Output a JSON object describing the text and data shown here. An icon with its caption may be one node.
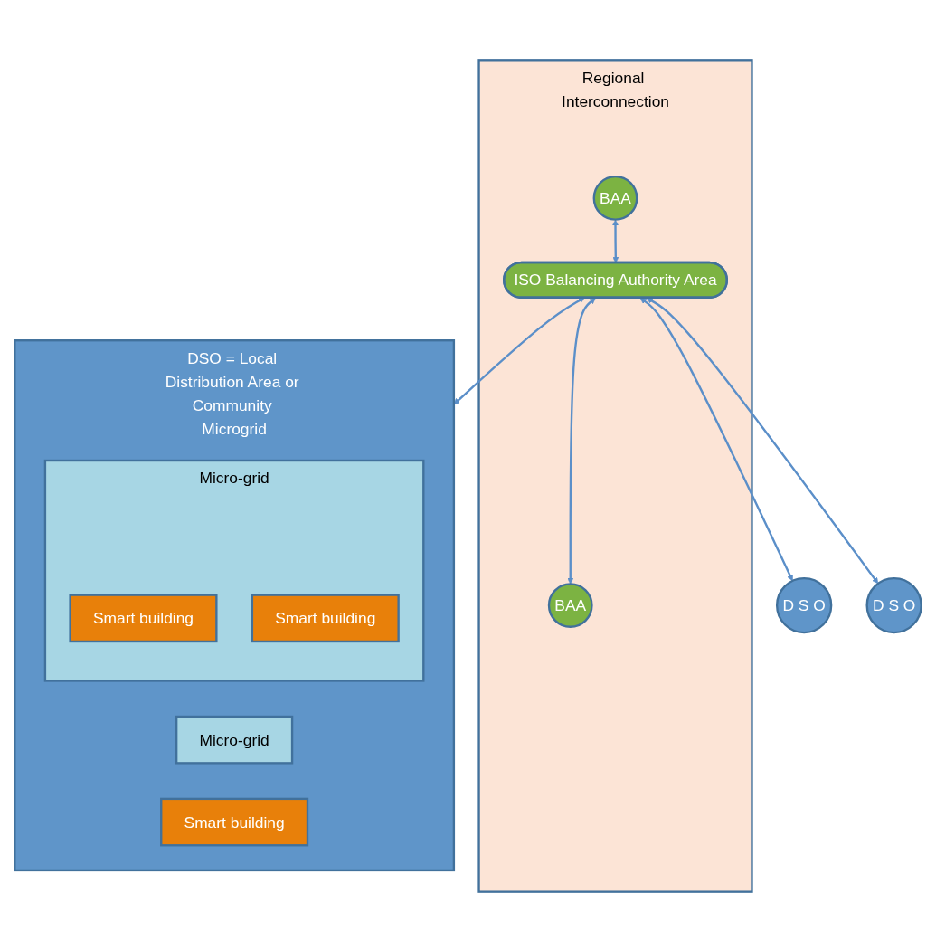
{
  "diagram": {
    "nodes": [
      {
        "text": [
          "Regional Interconnection"
        ]
      },
      {
        "text": [
          "BAA"
        ],
        "in": 0
      },
      {
        "text": [
          "ISO Balancing Authority Area"
        ],
        "in": 0
      },
      {
        "text": [
          "BAA"
        ],
        "in": 0
      },
      {
        "text": [
          "D S O"
        ]
      },
      {
        "text": [
          "D S O"
        ]
      },
      {
        "text": [
          "DSO = Local Distribution Area or Community Microgrid"
        ]
      },
      {
        "text": [
          "Micro-grid"
        ],
        "in": 6
      },
      {
        "text": [
          "Smart building"
        ],
        "in": 6
      },
      {
        "text": [
          "Micro-grid"
        ],
        "in": 6
      },
      {
        "text": [
          "Smart building"
        ],
        "in": 9
      },
      {
        "text": [
          "Smart building"
        ],
        "in": 9
      }
    ],
    "edges": [
      {
        "from": 1,
        "to": 2,
        "arrow": "both"
      },
      {
        "from": 2,
        "to": 3,
        "arrow": "both"
      },
      {
        "from": 2,
        "to": 4,
        "arrow": "both"
      },
      {
        "from": 2,
        "to": 6,
        "arrow": "both"
      },
      {
        "from": 2,
        "to": 5,
        "arrow": "both"
      }
    ]
  }
}
